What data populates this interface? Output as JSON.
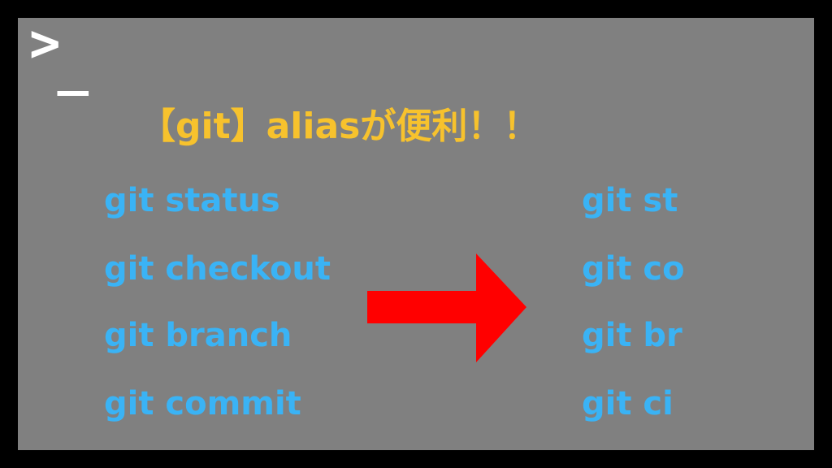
{
  "prompt": {
    "chevron": ">",
    "underscore": "_"
  },
  "title": "【git】aliasが便利！！",
  "commands": {
    "full": [
      "git status",
      "git checkout",
      "git branch",
      "git commit"
    ],
    "alias": [
      "git st",
      "git co",
      "git br",
      "git ci"
    ]
  },
  "arrow_icon": "right-arrow",
  "colors": {
    "background": "#808080",
    "border": "#000000",
    "title": "#f7c22d",
    "command": "#3ab3f5",
    "arrow": "#ff0000",
    "prompt": "#ffffff"
  }
}
